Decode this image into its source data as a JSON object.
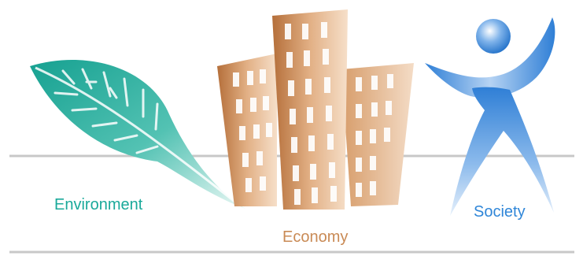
{
  "labels": {
    "environment": "Environment",
    "economy": "Economy",
    "society": "Society"
  },
  "colors": {
    "environment": "#1aa99a",
    "economy": "#c98a55",
    "society": "#2f86d8",
    "ground_line": "#c8c8c8"
  },
  "icons": {
    "environment": "leaf-icon",
    "economy": "buildings-icon",
    "society": "person-icon"
  }
}
